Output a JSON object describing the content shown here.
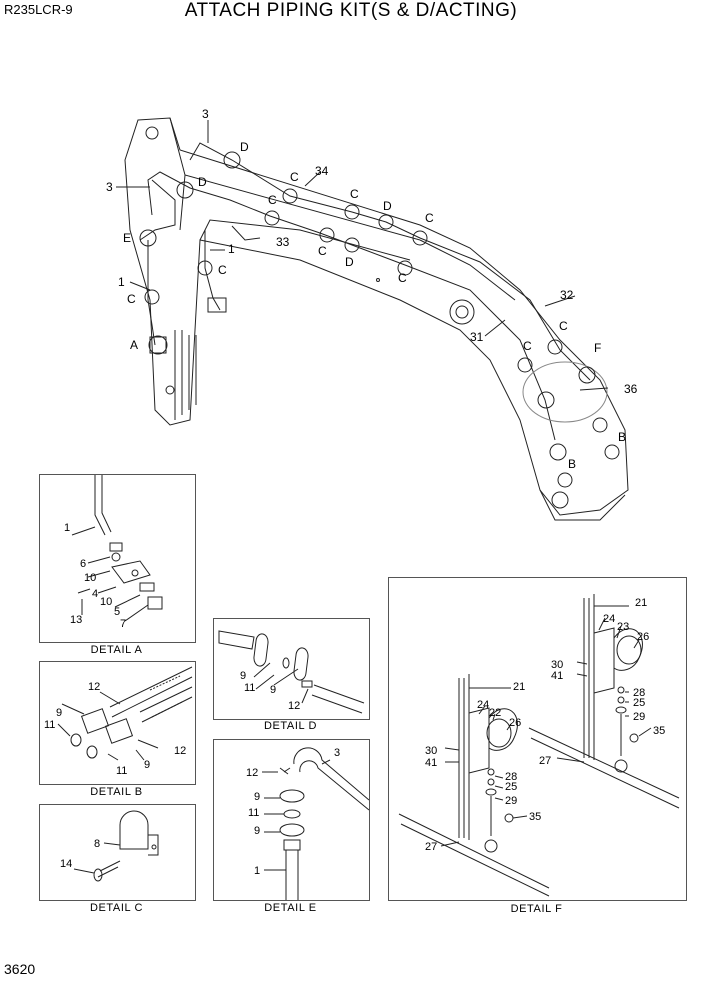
{
  "header": {
    "model": "R235LCR-9",
    "title": "ATTACH PIPING KIT(S & D/ACTING)"
  },
  "page_number": "3620",
  "main_callouts": {
    "n3a": "3",
    "n3b": "3",
    "n34": "34",
    "n33": "33",
    "n1a": "1",
    "n1b": "1",
    "n32": "32",
    "n31": "31",
    "n36": "36",
    "cA": "A",
    "cB1": "B",
    "cB2": "B",
    "cC1": "C",
    "cC2": "C",
    "cC3": "C",
    "cC4": "C",
    "cC5": "C",
    "cC6": "C",
    "cC7": "C",
    "cC8": "C",
    "cC9": "C",
    "cC10": "C",
    "cD1": "D",
    "cD2": "D",
    "cD3": "D",
    "cD4": "D",
    "cE": "E",
    "cF": "F"
  },
  "details": {
    "a": {
      "label": "DETAIL  A",
      "parts": [
        "1",
        "6",
        "10",
        "4",
        "10",
        "5",
        "13",
        "7"
      ]
    },
    "b": {
      "label": "DETAIL  B",
      "parts": [
        "12",
        "9",
        "11",
        "11",
        "9",
        "12"
      ]
    },
    "c": {
      "label": "DETAIL  C",
      "parts": [
        "8",
        "14"
      ]
    },
    "d": {
      "label": "DETAIL  D",
      "parts": [
        "9",
        "11",
        "9",
        "12"
      ]
    },
    "e": {
      "label": "DETAIL  E",
      "parts": [
        "3",
        "12",
        "9",
        "11",
        "9",
        "1"
      ]
    },
    "f": {
      "label": "DETAIL  F",
      "parts_upper": [
        "21",
        "24",
        "23",
        "26",
        "30",
        "41",
        "28",
        "25",
        "29",
        "35",
        "27"
      ],
      "parts_lower": [
        "21",
        "24",
        "22",
        "26",
        "30",
        "41",
        "28",
        "25",
        "29",
        "35",
        "27"
      ]
    }
  }
}
